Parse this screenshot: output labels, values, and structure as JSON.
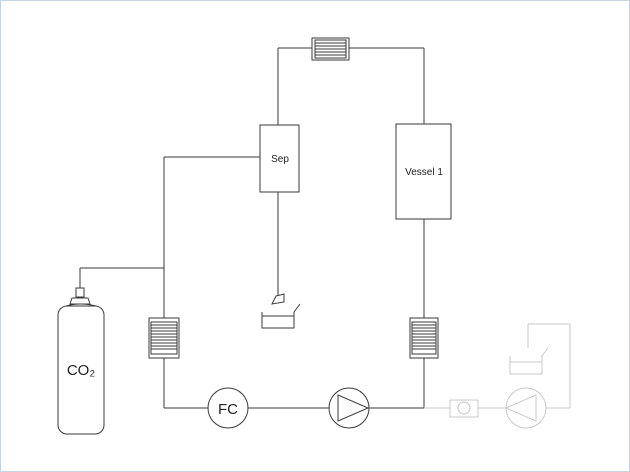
{
  "labels": {
    "separator": "Sep",
    "vessel": "Vessel 1",
    "flow_controller": "FC",
    "co2_cylinder": "CO₂"
  },
  "colors": {
    "line": "#3a3a3a",
    "faint_line": "#c9c9c9",
    "frame_border": "#c8d4e0",
    "background": "#ffffff"
  }
}
